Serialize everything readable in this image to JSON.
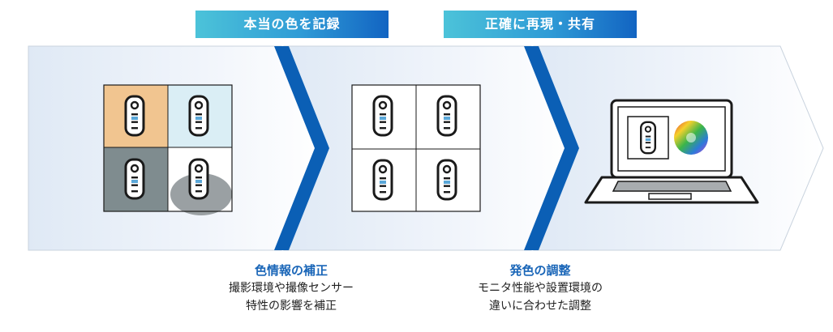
{
  "stages": [
    {
      "label": "本当の色を記録"
    },
    {
      "label": "正確に再現・共有"
    }
  ],
  "captions": [
    {
      "title": "色情報の補正",
      "line1": "撮影環境や撮像センサー",
      "line2": "特性の影響を補正"
    },
    {
      "title": "発色の調整",
      "line1": "モニタ性能や設置環境の",
      "line2": "違いに合わせた調整"
    }
  ],
  "colors": {
    "arrow_blue": "#0b5fb5",
    "tag_start": "#4cc3d9",
    "tag_end": "#1264c2",
    "panel_orange": "#f1c590",
    "panel_lightblue": "#daeef5",
    "panel_gray": "#7f8c8f"
  }
}
